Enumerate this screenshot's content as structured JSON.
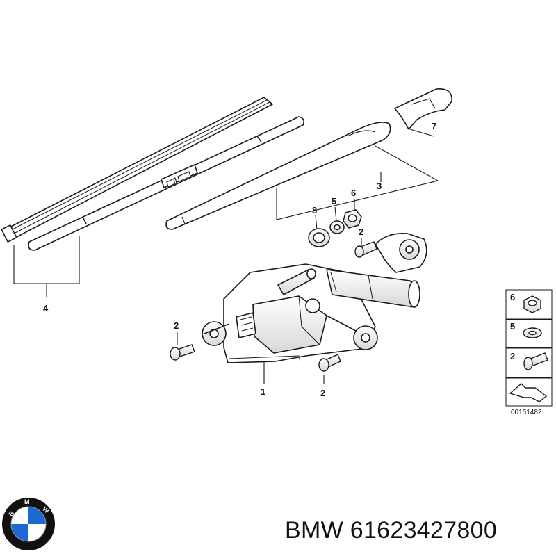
{
  "diagram": {
    "callouts": {
      "part_1": "1",
      "part_2a": "2",
      "part_2b": "2",
      "part_2c": "2",
      "part_3": "3",
      "part_4": "4",
      "part_5": "5",
      "part_6": "6",
      "part_7": "7",
      "part_8": "8"
    },
    "legend": {
      "row_6": "6",
      "row_5": "5",
      "row_2": "2"
    },
    "reference_number": "00151482"
  },
  "brand": {
    "logo_text": "BMW",
    "title": "BMW 61623427800"
  },
  "colors": {
    "line": "#1a1a1a",
    "part_fill": "#ffffff",
    "shade": "#cfcfcf",
    "logo_blue": "#1c69d4",
    "logo_black": "#111111"
  }
}
